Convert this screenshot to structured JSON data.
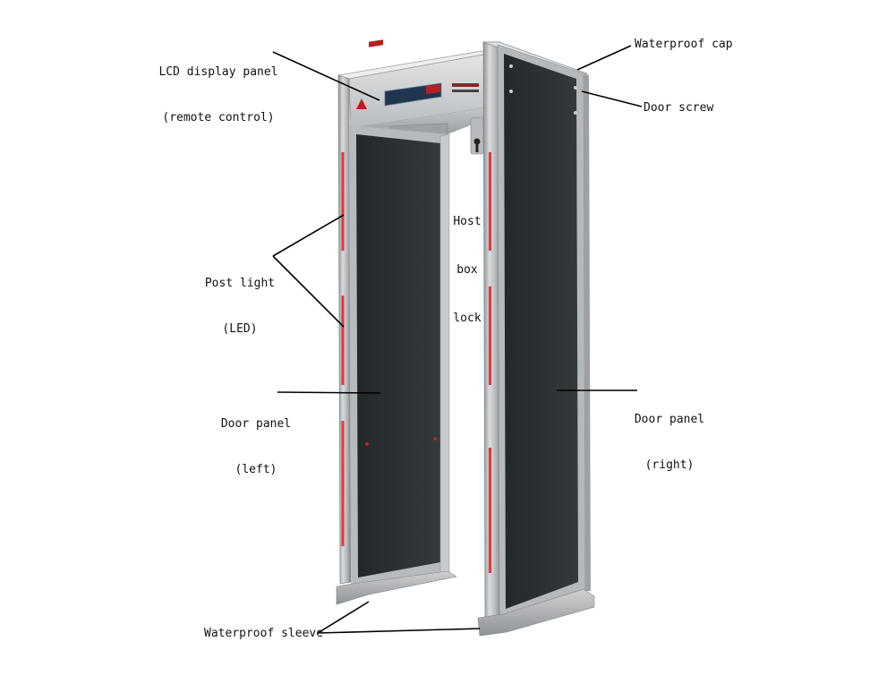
{
  "diagram": {
    "labels": {
      "lcd_line1": "LCD display panel",
      "lcd_line2": "(remote control)",
      "waterproof_cap": "Waterproof cap",
      "door_screw": "Door screw",
      "host_line1": "Host",
      "host_line2": "box",
      "host_line3": "lock",
      "post_line1": "Post light",
      "post_line2": "(LED)",
      "left_line1": "Door panel",
      "left_line2": "(left)",
      "right_line1": "Door panel",
      "right_line2": "(right)",
      "waterproof_sleeve": "Waterproof sleeve"
    },
    "colors": {
      "background": "#ffffff",
      "frame": "#a7a9ac",
      "panel": "#2b3032",
      "led": "#e01e1e",
      "leader": "#000000"
    }
  }
}
